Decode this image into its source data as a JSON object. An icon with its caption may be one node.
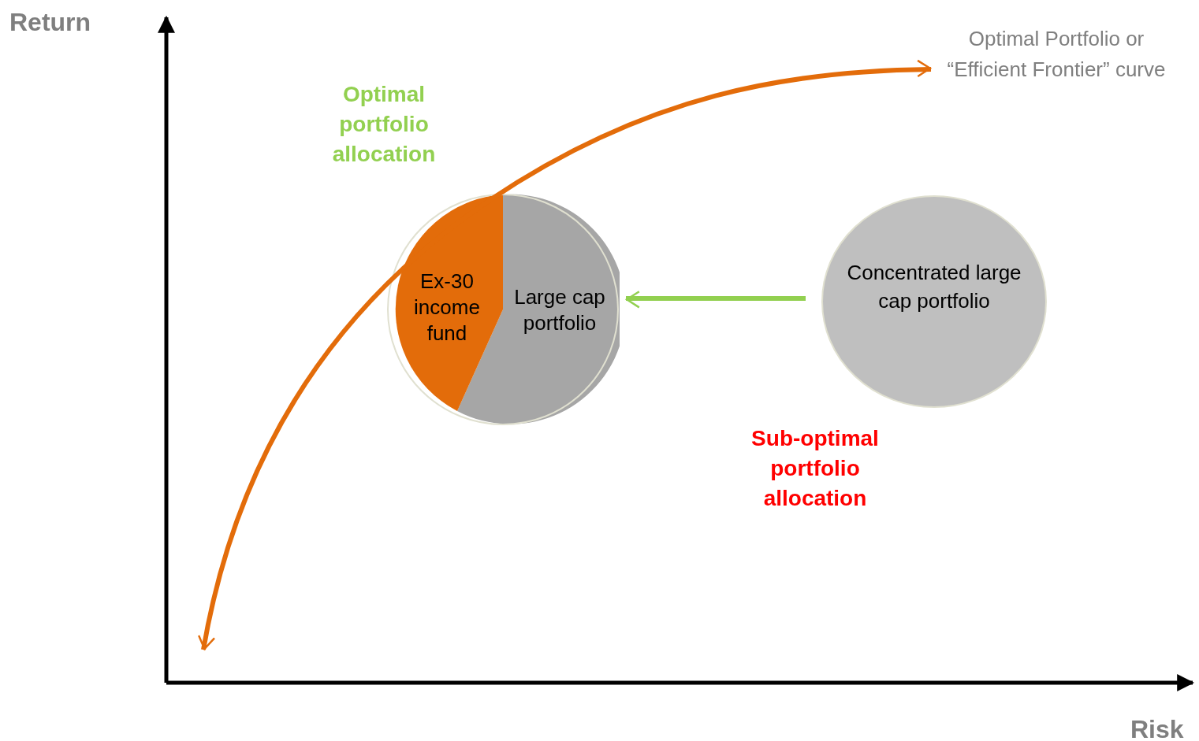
{
  "diagram": {
    "nodes": [
      {
        "text": [
          "Ex-30 income fund",
          "Large cap portfolio"
        ]
      },
      {
        "text": [
          "Concentrated large cap portfolio"
        ]
      },
      {
        "text": [
          "Optimal Portfolio or “Efficient Frontier” curve"
        ]
      }
    ],
    "edges": [
      {
        "from": 1,
        "to": 0,
        "arrow": "to",
        "color": "#92d050"
      },
      {
        "from": null,
        "to": 2,
        "arrow": "both",
        "color": "#e36c0a"
      }
    ],
    "labels": [
      "Return",
      "Optimal portfolio allocation",
      "Sub-optimal portfolio allocation",
      "Risk"
    ]
  }
}
